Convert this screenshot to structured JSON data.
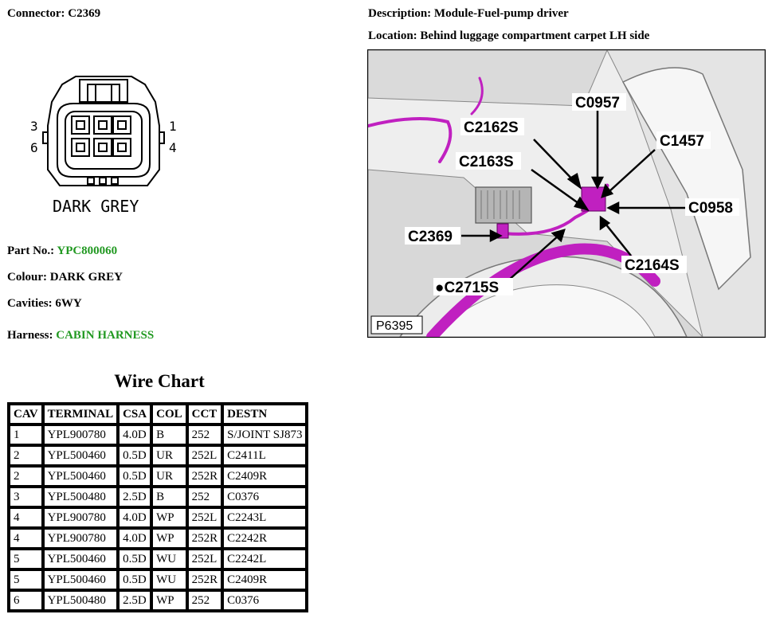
{
  "connector": {
    "label": "Connector:",
    "value": "C2369"
  },
  "description": {
    "label": "Description:",
    "value": "Module-Fuel-pump driver"
  },
  "location": {
    "label": "Location:",
    "value": "Behind luggage compartment carpet LH side"
  },
  "diagram": {
    "pin_labels": {
      "p3": "3",
      "p6": "6",
      "p1": "1",
      "p4": "4"
    },
    "colour_text": "DARK GREY"
  },
  "part_no": {
    "label": "Part No.:",
    "value": "YPC800060"
  },
  "colour": {
    "label": "Colour:",
    "value": "DARK GREY"
  },
  "cavities": {
    "label": "Cavities:",
    "value": "6WY"
  },
  "harness": {
    "label": "Harness:",
    "value": "CABIN HARNESS"
  },
  "colors": {
    "link_green": "#229922",
    "harness_magenta": "#c020c0"
  },
  "photo": {
    "ref": "P6395",
    "callouts": {
      "c0957": "C0957",
      "c2162s": "C2162S",
      "c1457": "C1457",
      "c2163s": "C2163S",
      "c0958": "C0958",
      "c2369": "C2369",
      "c2164s": "C2164S",
      "c2715s": "●C2715S"
    }
  },
  "wire_chart": {
    "title": "Wire Chart",
    "headers": [
      "CAV",
      "TERMINAL",
      "CSA",
      "COL",
      "CCT",
      "DESTN"
    ],
    "rows": [
      [
        "1",
        "YPL900780",
        "4.0D",
        "B",
        "252",
        "S/JOINT SJ873"
      ],
      [
        "2",
        "YPL500460",
        "0.5D",
        "UR",
        "252L",
        "C2411L"
      ],
      [
        "2",
        "YPL500460",
        "0.5D",
        "UR",
        "252R",
        "C2409R"
      ],
      [
        "3",
        "YPL500480",
        "2.5D",
        "B",
        "252",
        "C0376"
      ],
      [
        "4",
        "YPL900780",
        "4.0D",
        "WP",
        "252L",
        "C2243L"
      ],
      [
        "4",
        "YPL900780",
        "4.0D",
        "WP",
        "252R",
        "C2242R"
      ],
      [
        "5",
        "YPL500460",
        "0.5D",
        "WU",
        "252L",
        "C2242L"
      ],
      [
        "5",
        "YPL500460",
        "0.5D",
        "WU",
        "252R",
        "C2409R"
      ],
      [
        "6",
        "YPL500480",
        "2.5D",
        "WP",
        "252",
        "C0376"
      ]
    ]
  }
}
